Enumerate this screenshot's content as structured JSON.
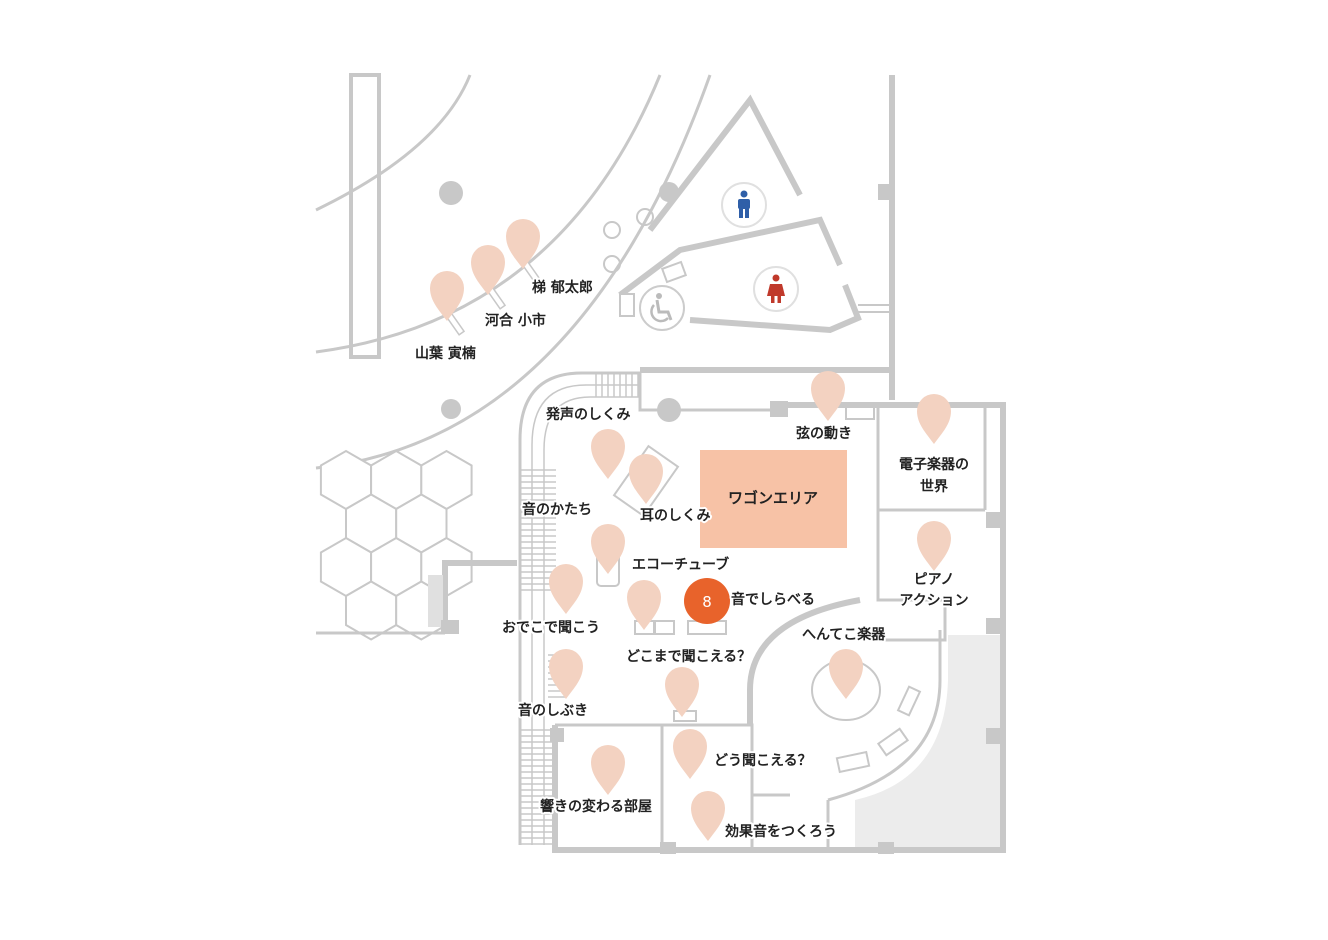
{
  "colors": {
    "wall": "#c8c8c8",
    "pin": "#f3d2c1",
    "wagon_area": "#f7c2a6",
    "active_marker": "#e8632b",
    "male": "#2f5fa8",
    "female": "#c0392b",
    "hex_fill": "#ffffff",
    "shaded": "#ececec"
  },
  "icons": {
    "male": "male-restroom-icon",
    "female": "female-restroom-icon",
    "accessible": "wheelchair-icon",
    "pin": "map-pin-icon"
  },
  "wagon_area": {
    "label": "ワゴンエリア"
  },
  "active_marker": {
    "number": "8",
    "label": "音でしらべる"
  },
  "labels": {
    "kaji": "梯 郁太郎",
    "kawai": "河合 小市",
    "yamaha": "山葉 寅楠",
    "hassei": "発声のしくみ",
    "gen": "弦の動き",
    "denshi1": "電子楽器の",
    "denshi2": "世界",
    "oto_katachi": "音のかたち",
    "mimi": "耳のしくみ",
    "echo": "エコーチューブ",
    "piano1": "ピアノ",
    "piano2": "アクション",
    "odeko": "おでこで聞こう",
    "dokomade": "どこまで聞こえる？",
    "hentekko": "へんてこ楽器",
    "shibuki": "音のしぶき",
    "dou": "どう聞こえる？",
    "hibiki": "響きの変わる部屋",
    "kouka": "効果音をつくろう"
  }
}
